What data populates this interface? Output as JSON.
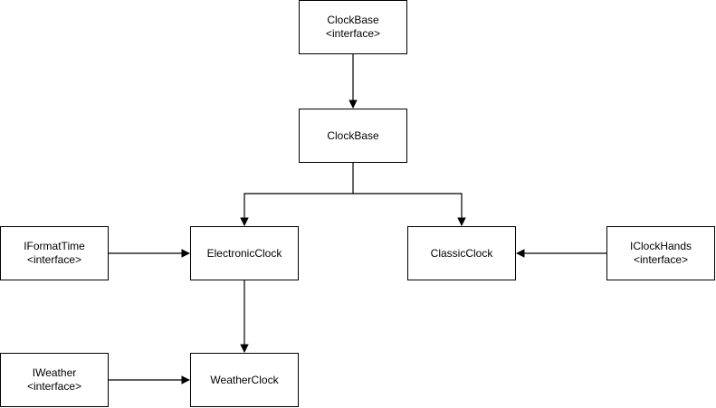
{
  "nodes": {
    "clockbase_interface": {
      "name": "ClockBase",
      "stereotype": "<interface>"
    },
    "clockbase": {
      "name": "ClockBase"
    },
    "iformattime": {
      "name": "IFormatTime",
      "stereotype": "<interface>"
    },
    "electronicclock": {
      "name": "ElectronicClock"
    },
    "classicclock": {
      "name": "ClassicClock"
    },
    "iclockhands": {
      "name": "IClockHands",
      "stereotype": "<interface>"
    },
    "iweather": {
      "name": "IWeather",
      "stereotype": "<interface>"
    },
    "weatherclock": {
      "name": "WeatherClock"
    }
  },
  "edges": [
    {
      "from": "clockbase_interface",
      "to": "clockbase"
    },
    {
      "from": "clockbase",
      "to": "electronicclock"
    },
    {
      "from": "clockbase",
      "to": "classicclock"
    },
    {
      "from": "iformattime",
      "to": "electronicclock"
    },
    {
      "from": "iclockhands",
      "to": "classicclock"
    },
    {
      "from": "electronicclock",
      "to": "weatherclock"
    },
    {
      "from": "iweather",
      "to": "weatherclock"
    }
  ],
  "colors": {
    "stroke": "#000000",
    "box_fill": "#ffffff",
    "text": "#000000"
  }
}
